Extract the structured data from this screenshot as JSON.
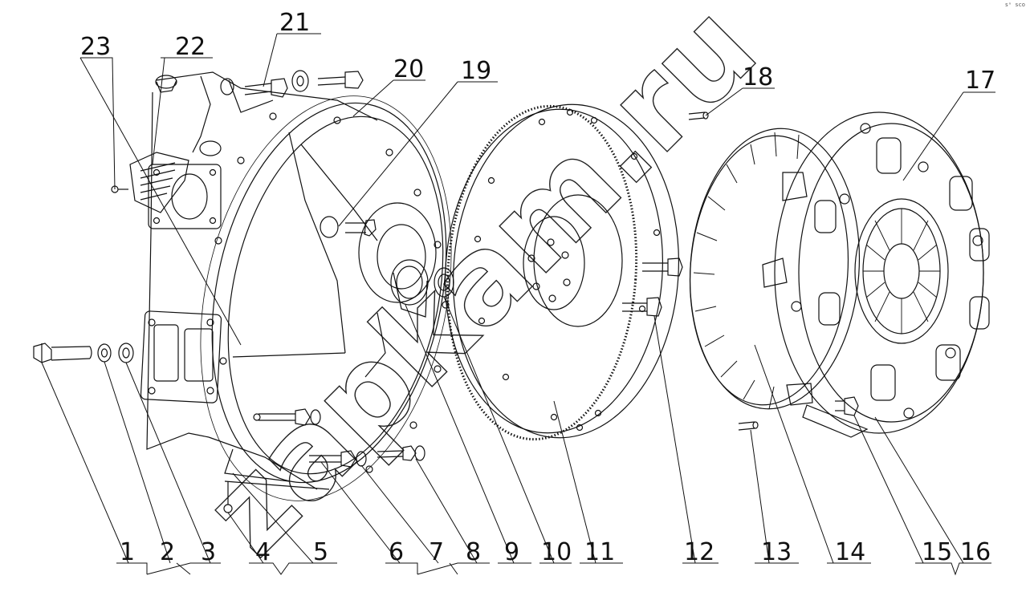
{
  "diagram": {
    "type": "exploded-assembly",
    "watermark": "zapkam.ru",
    "corner_note": "sⁿ sco",
    "callouts": [
      "1",
      "2",
      "3",
      "4",
      "5",
      "6",
      "7",
      "8",
      "9",
      "10",
      "11",
      "12",
      "13",
      "14",
      "15",
      "16",
      "17",
      "18",
      "19",
      "20",
      "21",
      "22",
      "23"
    ],
    "line_color": "#111111",
    "background": "#ffffff"
  }
}
